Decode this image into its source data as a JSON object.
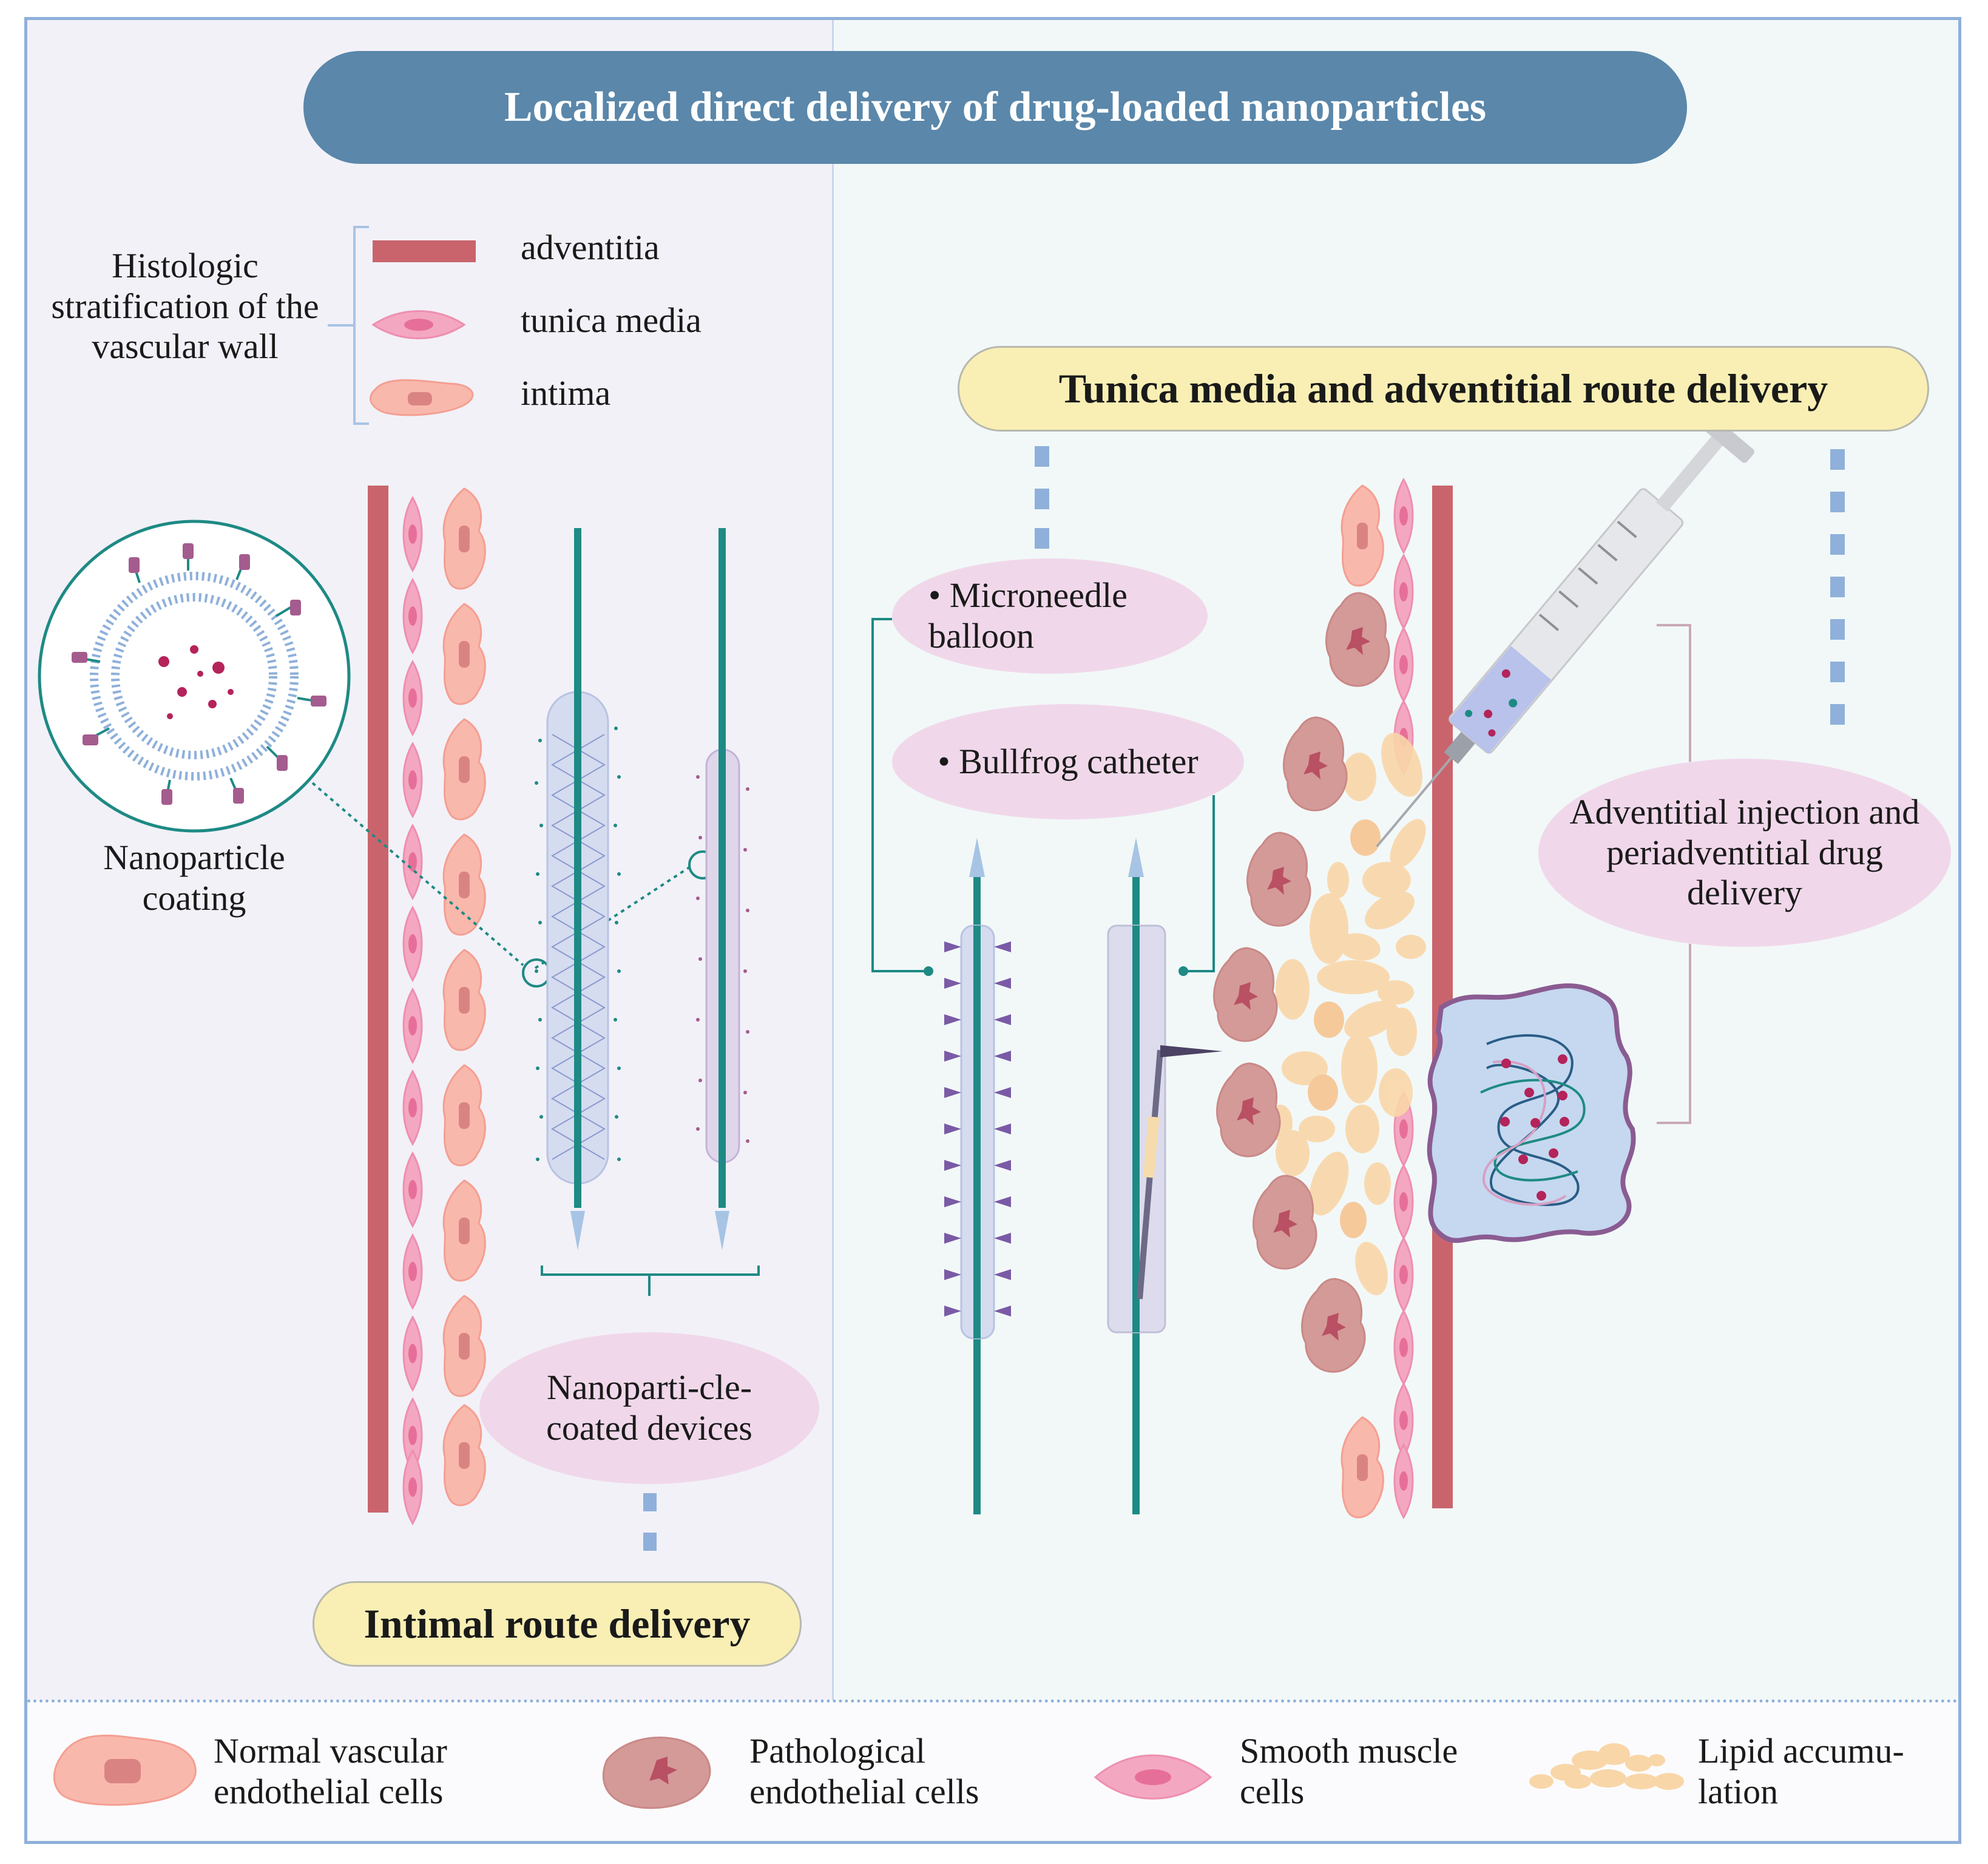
{
  "title": "Localized direct delivery of drug-loaded nanoparticles",
  "stratification": {
    "heading": "Histologic stratification of the vascular wall",
    "layers": [
      "adventitia",
      "tunica media",
      "intima"
    ]
  },
  "left_panel": {
    "inset_label": "Nanoparticle coating",
    "devices_label": "Nanoparti-cle-coated devices",
    "route_label": "Intimal route delivery"
  },
  "right_panel": {
    "route_label": "Tunica media and adventitial route delivery",
    "microneedle_label": "• Microneedle balloon",
    "bullfrog_label": "• Bullfrog catheter",
    "injection_label": "Adventitial injection and periadventitial drug delivery"
  },
  "legend": [
    {
      "label": "Normal vascular endothelial cells",
      "icon": "normal-endothelial-cell-icon"
    },
    {
      "label": "Pathological endothelial cells",
      "icon": "pathological-endothelial-cell-icon"
    },
    {
      "label": "Smooth muscle cells",
      "icon": "smooth-muscle-cell-icon"
    },
    {
      "label": "Lipid accumu-lation",
      "icon": "lipid-accumulation-icon"
    }
  ],
  "colors": {
    "adventitia": "#c9646c",
    "smooth_muscle": "#f4a7c0",
    "intima": "#f9b8ac",
    "pathological": "#d49a98",
    "lipid": "#f9d6a8",
    "catheter": "#1e8a84",
    "banner": "#5a87aa",
    "route_pill": "#f9efb4",
    "label_ellipse": "#f0d8ea"
  }
}
